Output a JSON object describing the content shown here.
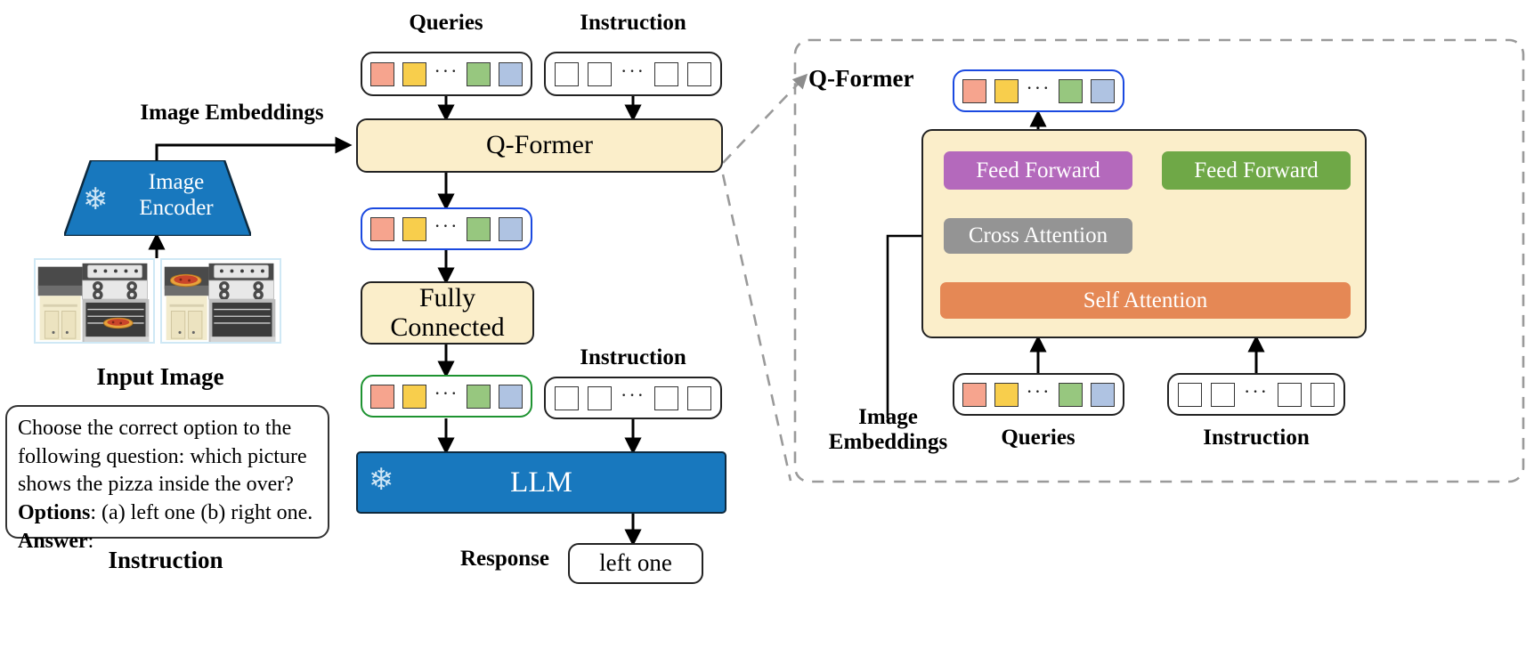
{
  "diagram": {
    "title": "Instruction-aware Q-Former vision-language model architecture"
  },
  "left_pipeline": {
    "queries_label": "Queries",
    "instruction_label_top": "Instruction",
    "image_embeddings_label": "Image Embeddings",
    "image_encoder_label": "Image\nEncoder",
    "image_encoder_line1": "Image",
    "image_encoder_line2": "Encoder",
    "qformer_label": "Q-Former",
    "fully_connected_line1": "Fully",
    "fully_connected_line2": "Connected",
    "instruction_label_mid": "Instruction",
    "llm_label": "LLM",
    "response_label": "Response",
    "response_value": "left one",
    "input_image_label": "Input Image",
    "instruction_caption": "Instruction",
    "frozen_icon": "snowflake-icon"
  },
  "instruction_card": {
    "line1": "Choose the correct option to the",
    "line2": "following question: which picture",
    "line3": "shows the pizza inside the over?",
    "options_key": "Options",
    "options_value": ": (a) left one (b) right one.",
    "answer_key": "Answer",
    "answer_value": ":"
  },
  "detail_panel": {
    "title": "Q-Former",
    "output_tokens_name": "output-query-embeddings",
    "feed_forward_left": "Feed Forward",
    "feed_forward_right": "Feed Forward",
    "cross_attention": "Cross Attention",
    "self_attention": "Self Attention",
    "image_embeddings_label_line1": "Image",
    "image_embeddings_label_line2": "Embeddings",
    "queries_label": "Queries",
    "instruction_label": "Instruction"
  },
  "tokens": {
    "query_colors": [
      "#F6A48E",
      "#F8CE4C",
      "#97C77F",
      "#AFC3E2"
    ],
    "empty_token": "#FFFFFF",
    "ellipsis": "···"
  },
  "colors": {
    "cream": "#FBEECA",
    "blue_block": "#1878BE",
    "feed_forward_left": "#B469BC",
    "feed_forward_right": "#6FA847",
    "cross_attention": "#949494",
    "self_attention": "#E58855",
    "query_outline_blue": "#1A49E0",
    "query_outline_green": "#1E9331",
    "dashed_gray": "#9A9A9A",
    "thumb_border": "#CFE8F5"
  }
}
